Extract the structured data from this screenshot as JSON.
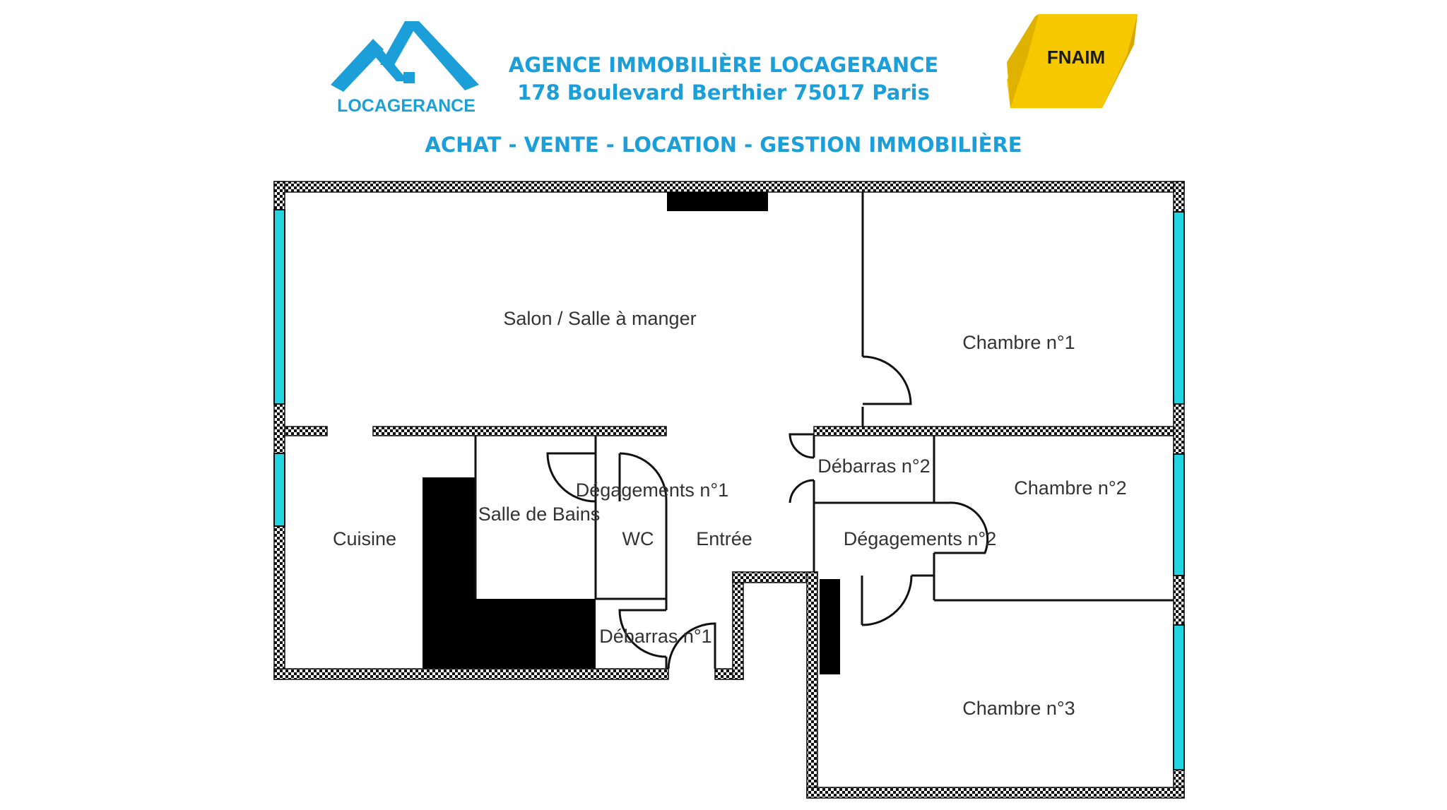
{
  "header": {
    "agency_name": "AGENCE IMMOBILIÈRE LOCAGERANCE",
    "address": "178 Boulevard Berthier 75017 Paris",
    "services": "ACHAT - VENTE - LOCATION - GESTION IMMOBILIÈRE"
  },
  "logos": {
    "left": {
      "text": "LOCAGERANCE",
      "icon": "house-roof-icon",
      "color": "#1c9fd8"
    },
    "right": {
      "text": "FNAIM",
      "icon": "yellow-cube-icon",
      "color": "#f5c800"
    }
  },
  "rooms": {
    "salon": "Salon / Salle à manger",
    "chambre1": "Chambre n°1",
    "chambre2": "Chambre n°2",
    "chambre3": "Chambre n°3",
    "cuisine": "Cuisine",
    "salle_de_bains": "Salle de Bains",
    "wc": "WC",
    "entree": "Entrée",
    "degagements1": "Dégagements n°1",
    "degagements2": "Dégagements n°2",
    "debarras1": "Débarras n°1",
    "debarras2": "Débarras n°2"
  },
  "colors": {
    "accent": "#1c9fd8",
    "window": "#22d3e0",
    "wall": "#111111"
  }
}
